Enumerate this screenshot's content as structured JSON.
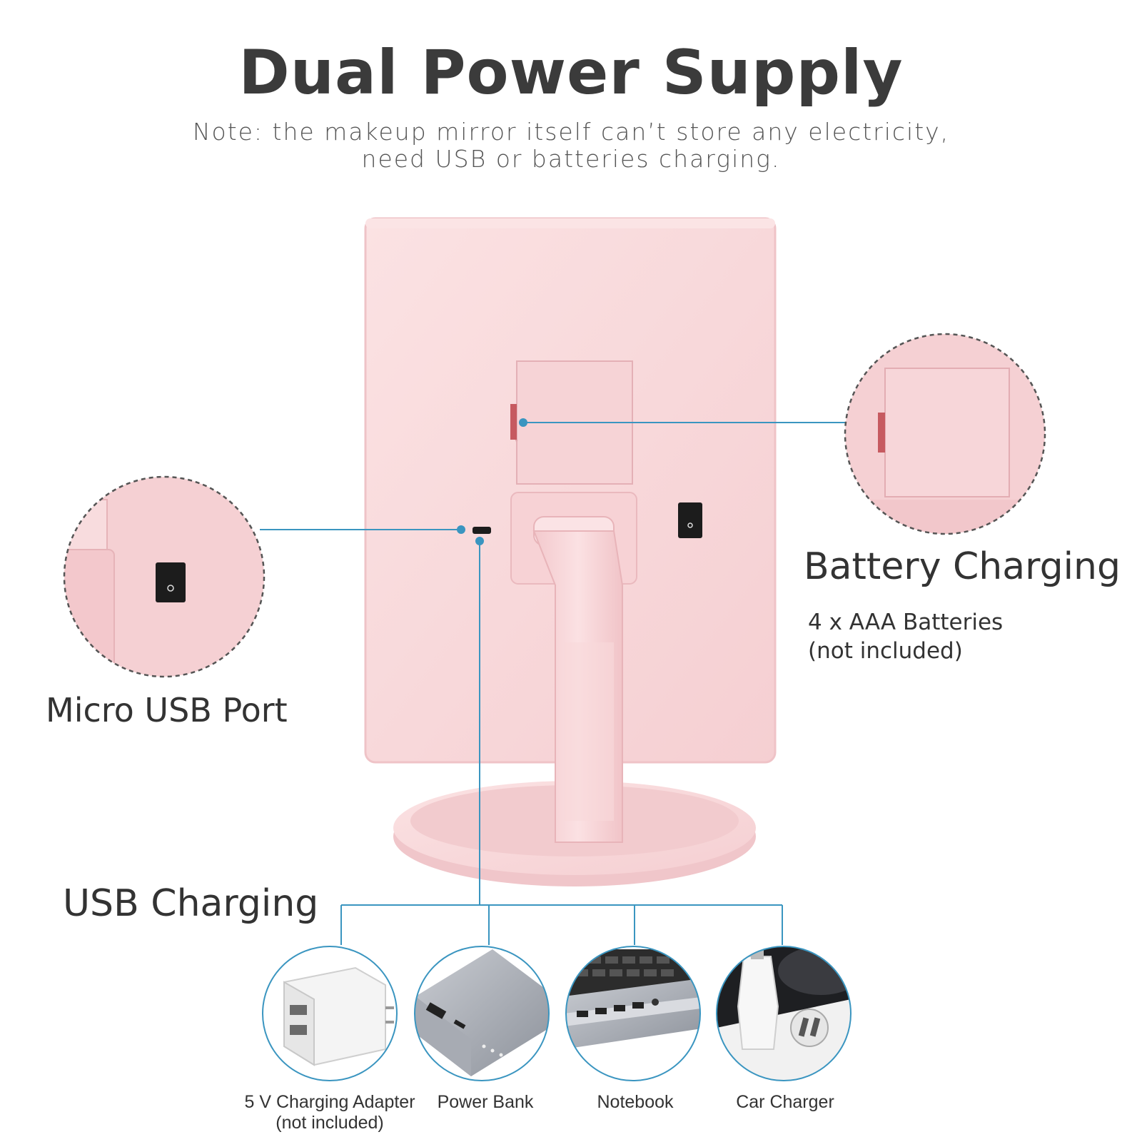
{
  "header": {
    "title": "Dual Power Supply",
    "note_line1": "Note: the makeup mirror itself can’t store any electricity,",
    "note_line2": "need USB or batteries charging."
  },
  "callouts": {
    "micro_usb": {
      "label": "Micro USB Port"
    },
    "battery": {
      "label": "Battery Charging",
      "detail_line1": "4 x AAA Batteries",
      "detail_line2": "(not included)"
    },
    "usb": {
      "label": "USB Charging"
    }
  },
  "devices": [
    {
      "label": "5 V Charging Adapter",
      "sublabel": "(not included)",
      "icon": "wall-adapter-icon"
    },
    {
      "label": "Power Bank",
      "icon": "power-bank-icon"
    },
    {
      "label": "Notebook",
      "icon": "notebook-icon"
    },
    {
      "label": "Car Charger",
      "icon": "car-charger-icon"
    }
  ],
  "colors": {
    "mirror_pink": "#f7d6d8",
    "accent_blue": "#3a95c0",
    "text_dark": "#333333"
  }
}
